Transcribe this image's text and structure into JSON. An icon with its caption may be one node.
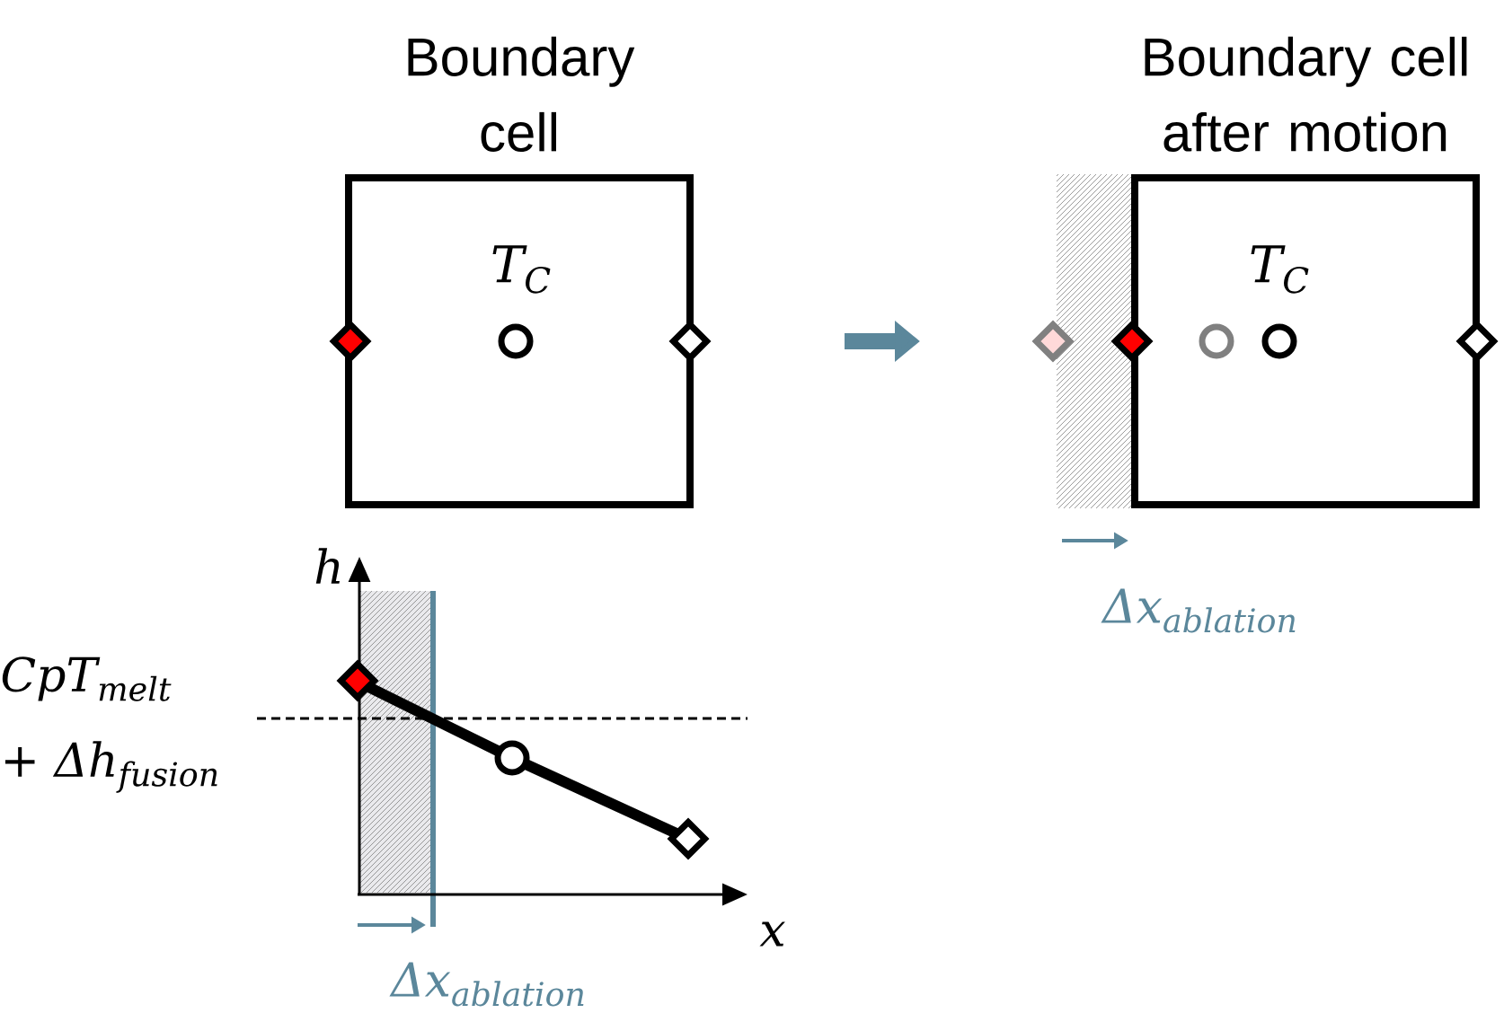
{
  "diagram": {
    "nodes": [
      {
        "text": [
          "Boundary cell",
          "T$_{C}$"
        ]
      },
      {
        "text": [
          "Boundary cell after motion",
          "T$_{C}$"
        ]
      }
    ],
    "labels": [
      "h",
      "Δx$_{ablation}$",
      "CpT$_{melt}$",
      "+ Δh$_{fusion}$",
      "x",
      "Δx$_{ablation}$"
    ]
  }
}
